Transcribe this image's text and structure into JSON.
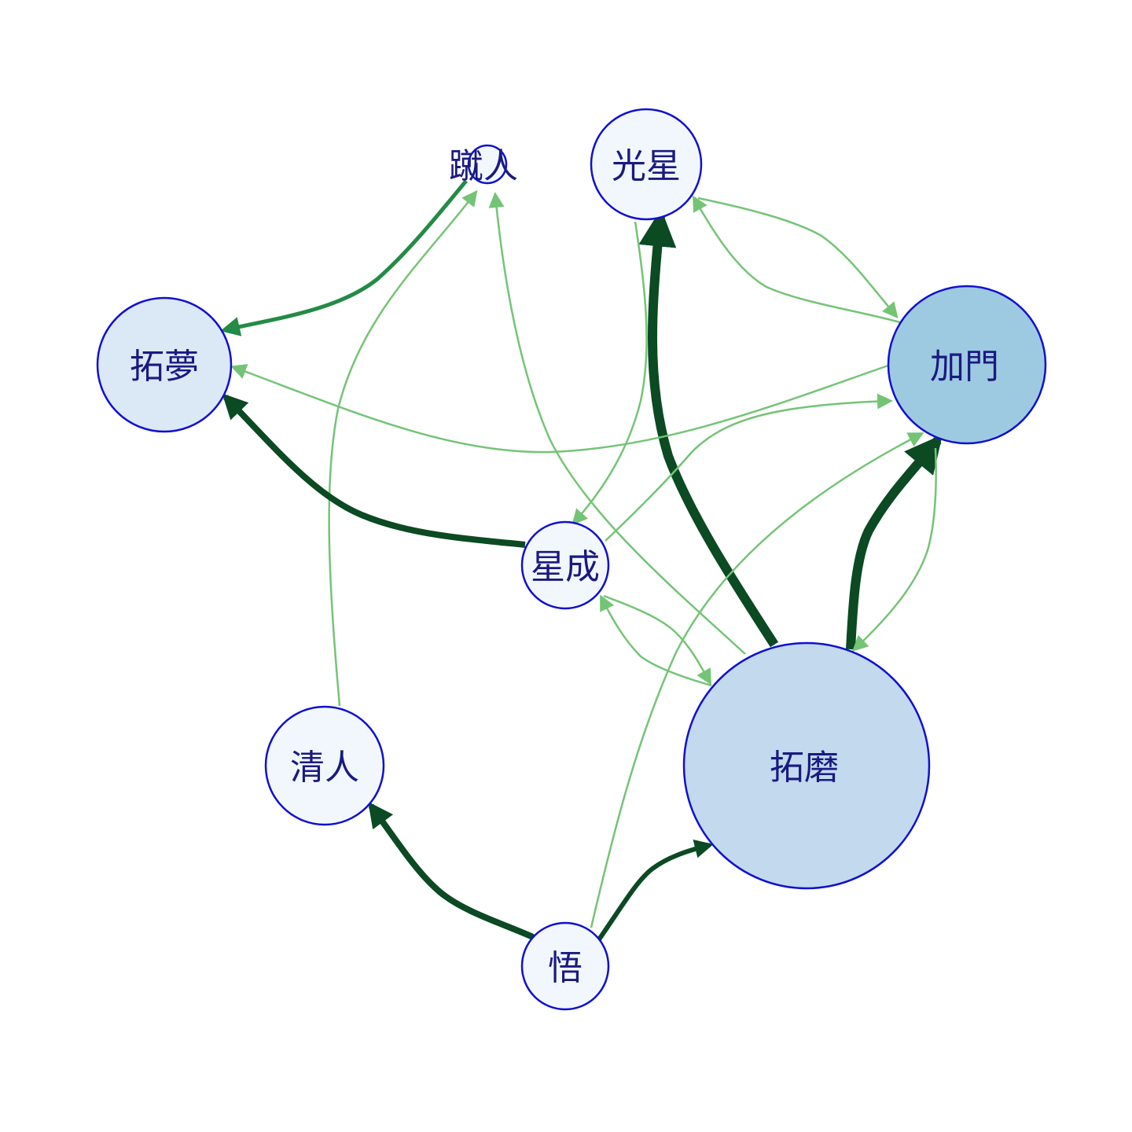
{
  "colors": {
    "strong_edge": "#0b4a22",
    "medium_edge": "#238b45",
    "light_edge": "#74c476",
    "node_stroke": "#1010d0",
    "label": "#1a1a80",
    "node_pale": "#f2f7fd",
    "node_light": "#dbe8f6",
    "node_mid": "#c2d9ee",
    "node_dark": "#9ecae1"
  },
  "nodes": [
    {
      "id": "kicker",
      "label": "蹴人",
      "fill": "node_pale"
    },
    {
      "id": "kousei",
      "label": "光星",
      "fill": "node_pale"
    },
    {
      "id": "takumu",
      "label": "拓夢",
      "fill": "node_light"
    },
    {
      "id": "kamon",
      "label": "加門",
      "fill": "node_dark"
    },
    {
      "id": "seisei",
      "label": "星成",
      "fill": "node_pale"
    },
    {
      "id": "kiyoto",
      "label": "清人",
      "fill": "node_pale"
    },
    {
      "id": "takuma",
      "label": "拓磨",
      "fill": "node_mid"
    },
    {
      "id": "satoru",
      "label": "悟",
      "fill": "node_pale"
    }
  ],
  "edges": [
    {
      "from": "kicker",
      "to": "takumu",
      "weight": "medium"
    },
    {
      "from": "kiyoto",
      "to": "kicker",
      "weight": "light"
    },
    {
      "from": "takuma",
      "to": "kicker",
      "weight": "light"
    },
    {
      "from": "takuma",
      "to": "kousei",
      "weight": "strong"
    },
    {
      "from": "kousei",
      "to": "seisei",
      "weight": "light"
    },
    {
      "from": "kousei",
      "to": "kamon",
      "weight": "light"
    },
    {
      "from": "kamon",
      "to": "kousei",
      "weight": "light"
    },
    {
      "from": "kamon",
      "to": "takumu",
      "weight": "light"
    },
    {
      "from": "seisei",
      "to": "takumu",
      "weight": "strong"
    },
    {
      "from": "seisei",
      "to": "kamon",
      "weight": "light"
    },
    {
      "from": "seisei",
      "to": "takuma",
      "weight": "light"
    },
    {
      "from": "takuma",
      "to": "seisei",
      "weight": "light"
    },
    {
      "from": "takuma",
      "to": "kamon",
      "weight": "strong"
    },
    {
      "from": "kamon",
      "to": "takuma",
      "weight": "light"
    },
    {
      "from": "satoru",
      "to": "kamon",
      "weight": "light"
    },
    {
      "from": "satoru",
      "to": "kiyoto",
      "weight": "strong"
    },
    {
      "from": "satoru",
      "to": "takuma",
      "weight": "strong"
    }
  ]
}
